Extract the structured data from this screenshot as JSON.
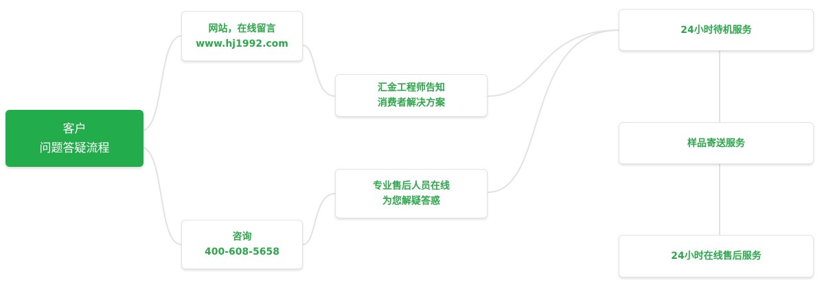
{
  "root": {
    "line1": "客户",
    "line2": "问题答疑流程"
  },
  "website": {
    "line1": "网站，在线留言",
    "line2": "www.hj1992.com"
  },
  "consult": {
    "line1": "咨询",
    "line2": "400-608-5658"
  },
  "engineer": {
    "line1": "汇金工程师告知",
    "line2": "消费者解决方案"
  },
  "aftersales": {
    "line1": "专业售后人员在线",
    "line2": "为您解疑答惑"
  },
  "services": [
    "24小时待机服务",
    "样品寄送服务",
    "24小时在线售后服务"
  ],
  "colors": {
    "primary": "#22ac4b",
    "text": "#2ea64c",
    "line": "#e2e2e2"
  }
}
